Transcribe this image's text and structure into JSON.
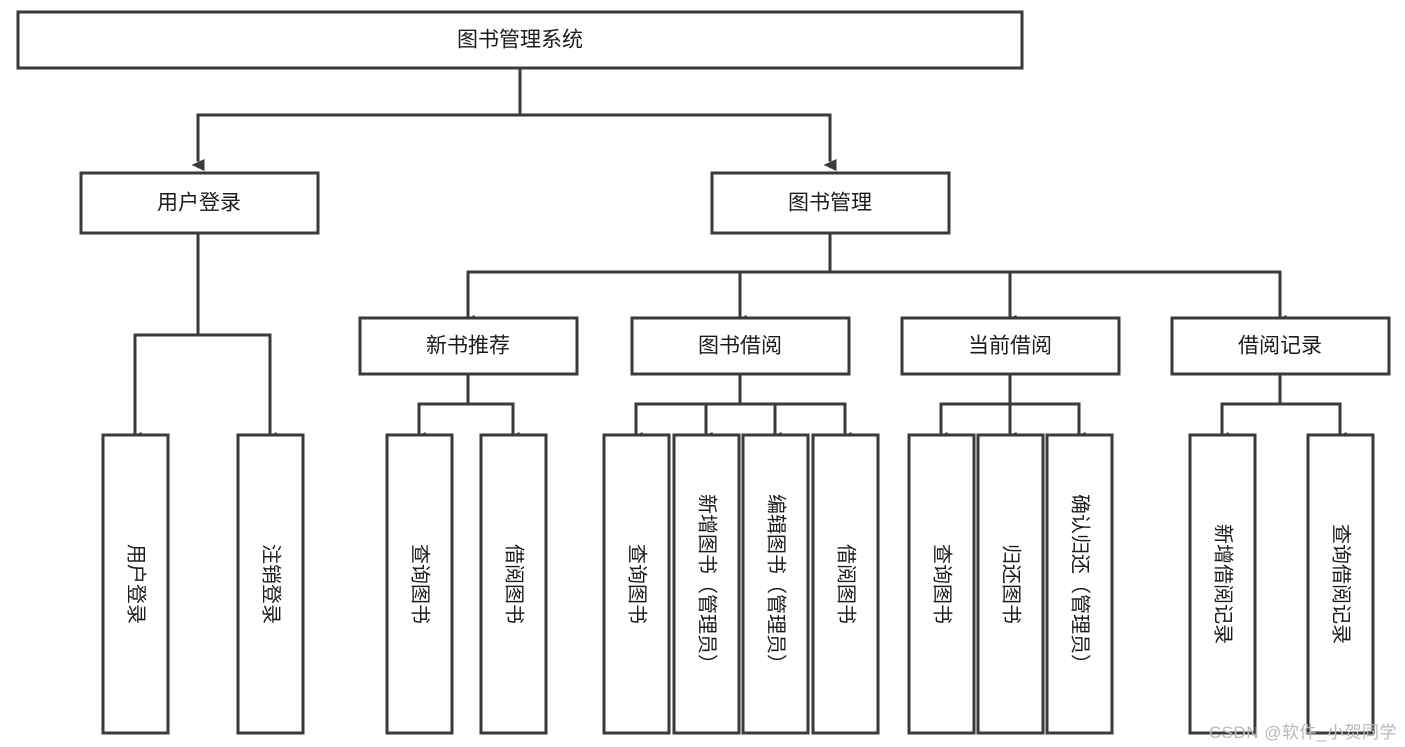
{
  "diagram": {
    "type": "tree",
    "title": "图书管理系统",
    "orientation": "top-down",
    "theme": {
      "background": "#ffffff",
      "box_fill": "#ffffff",
      "box_stroke": "#3a3a3a",
      "connector": "#3a3a3a",
      "text": "#1c1c1c",
      "watermark_color": "#b9b9b9"
    },
    "nodes": {
      "root": {
        "label": "图书管理系统",
        "level": 0
      },
      "l2": [
        {
          "id": "user-login",
          "label": "用户登录",
          "level": 1
        },
        {
          "id": "book-manage",
          "label": "图书管理",
          "level": 1
        }
      ],
      "l3": [
        {
          "id": "new-book-rec",
          "label": "新书推荐",
          "level": 2,
          "parent": "book-manage"
        },
        {
          "id": "book-borrow",
          "label": "图书借阅",
          "level": 2,
          "parent": "book-manage"
        },
        {
          "id": "current-borrow",
          "label": "当前借阅",
          "level": 2,
          "parent": "book-manage"
        },
        {
          "id": "borrow-record",
          "label": "借阅记录",
          "level": 2,
          "parent": "book-manage"
        }
      ],
      "leaves": [
        {
          "id": "leaf-user-login",
          "label": "用户登录",
          "parent": "user-login"
        },
        {
          "id": "leaf-logout",
          "label": "注销登录",
          "parent": "user-login"
        },
        {
          "id": "leaf-rec-query",
          "label": "查询图书",
          "parent": "new-book-rec"
        },
        {
          "id": "leaf-rec-borrow",
          "label": "借阅图书",
          "parent": "new-book-rec"
        },
        {
          "id": "leaf-borrow-query",
          "label": "查询图书",
          "parent": "book-borrow"
        },
        {
          "id": "leaf-add-book",
          "label": "新增图书（管理员）",
          "parent": "book-borrow"
        },
        {
          "id": "leaf-edit-book",
          "label": "编辑图书（管理员）",
          "parent": "book-borrow"
        },
        {
          "id": "leaf-borrow-book",
          "label": "借阅图书",
          "parent": "book-borrow"
        },
        {
          "id": "leaf-cur-query",
          "label": "查询图书",
          "parent": "current-borrow"
        },
        {
          "id": "leaf-return-book",
          "label": "归还图书",
          "parent": "current-borrow"
        },
        {
          "id": "leaf-confirm-return",
          "label": "确认归还（管理员）",
          "parent": "current-borrow"
        },
        {
          "id": "leaf-add-record",
          "label": "新增借阅记录",
          "parent": "borrow-record"
        },
        {
          "id": "leaf-query-record",
          "label": "查询借阅记录",
          "parent": "borrow-record"
        }
      ]
    }
  },
  "watermark": {
    "text": "CSDN @软件_小贺同学"
  }
}
